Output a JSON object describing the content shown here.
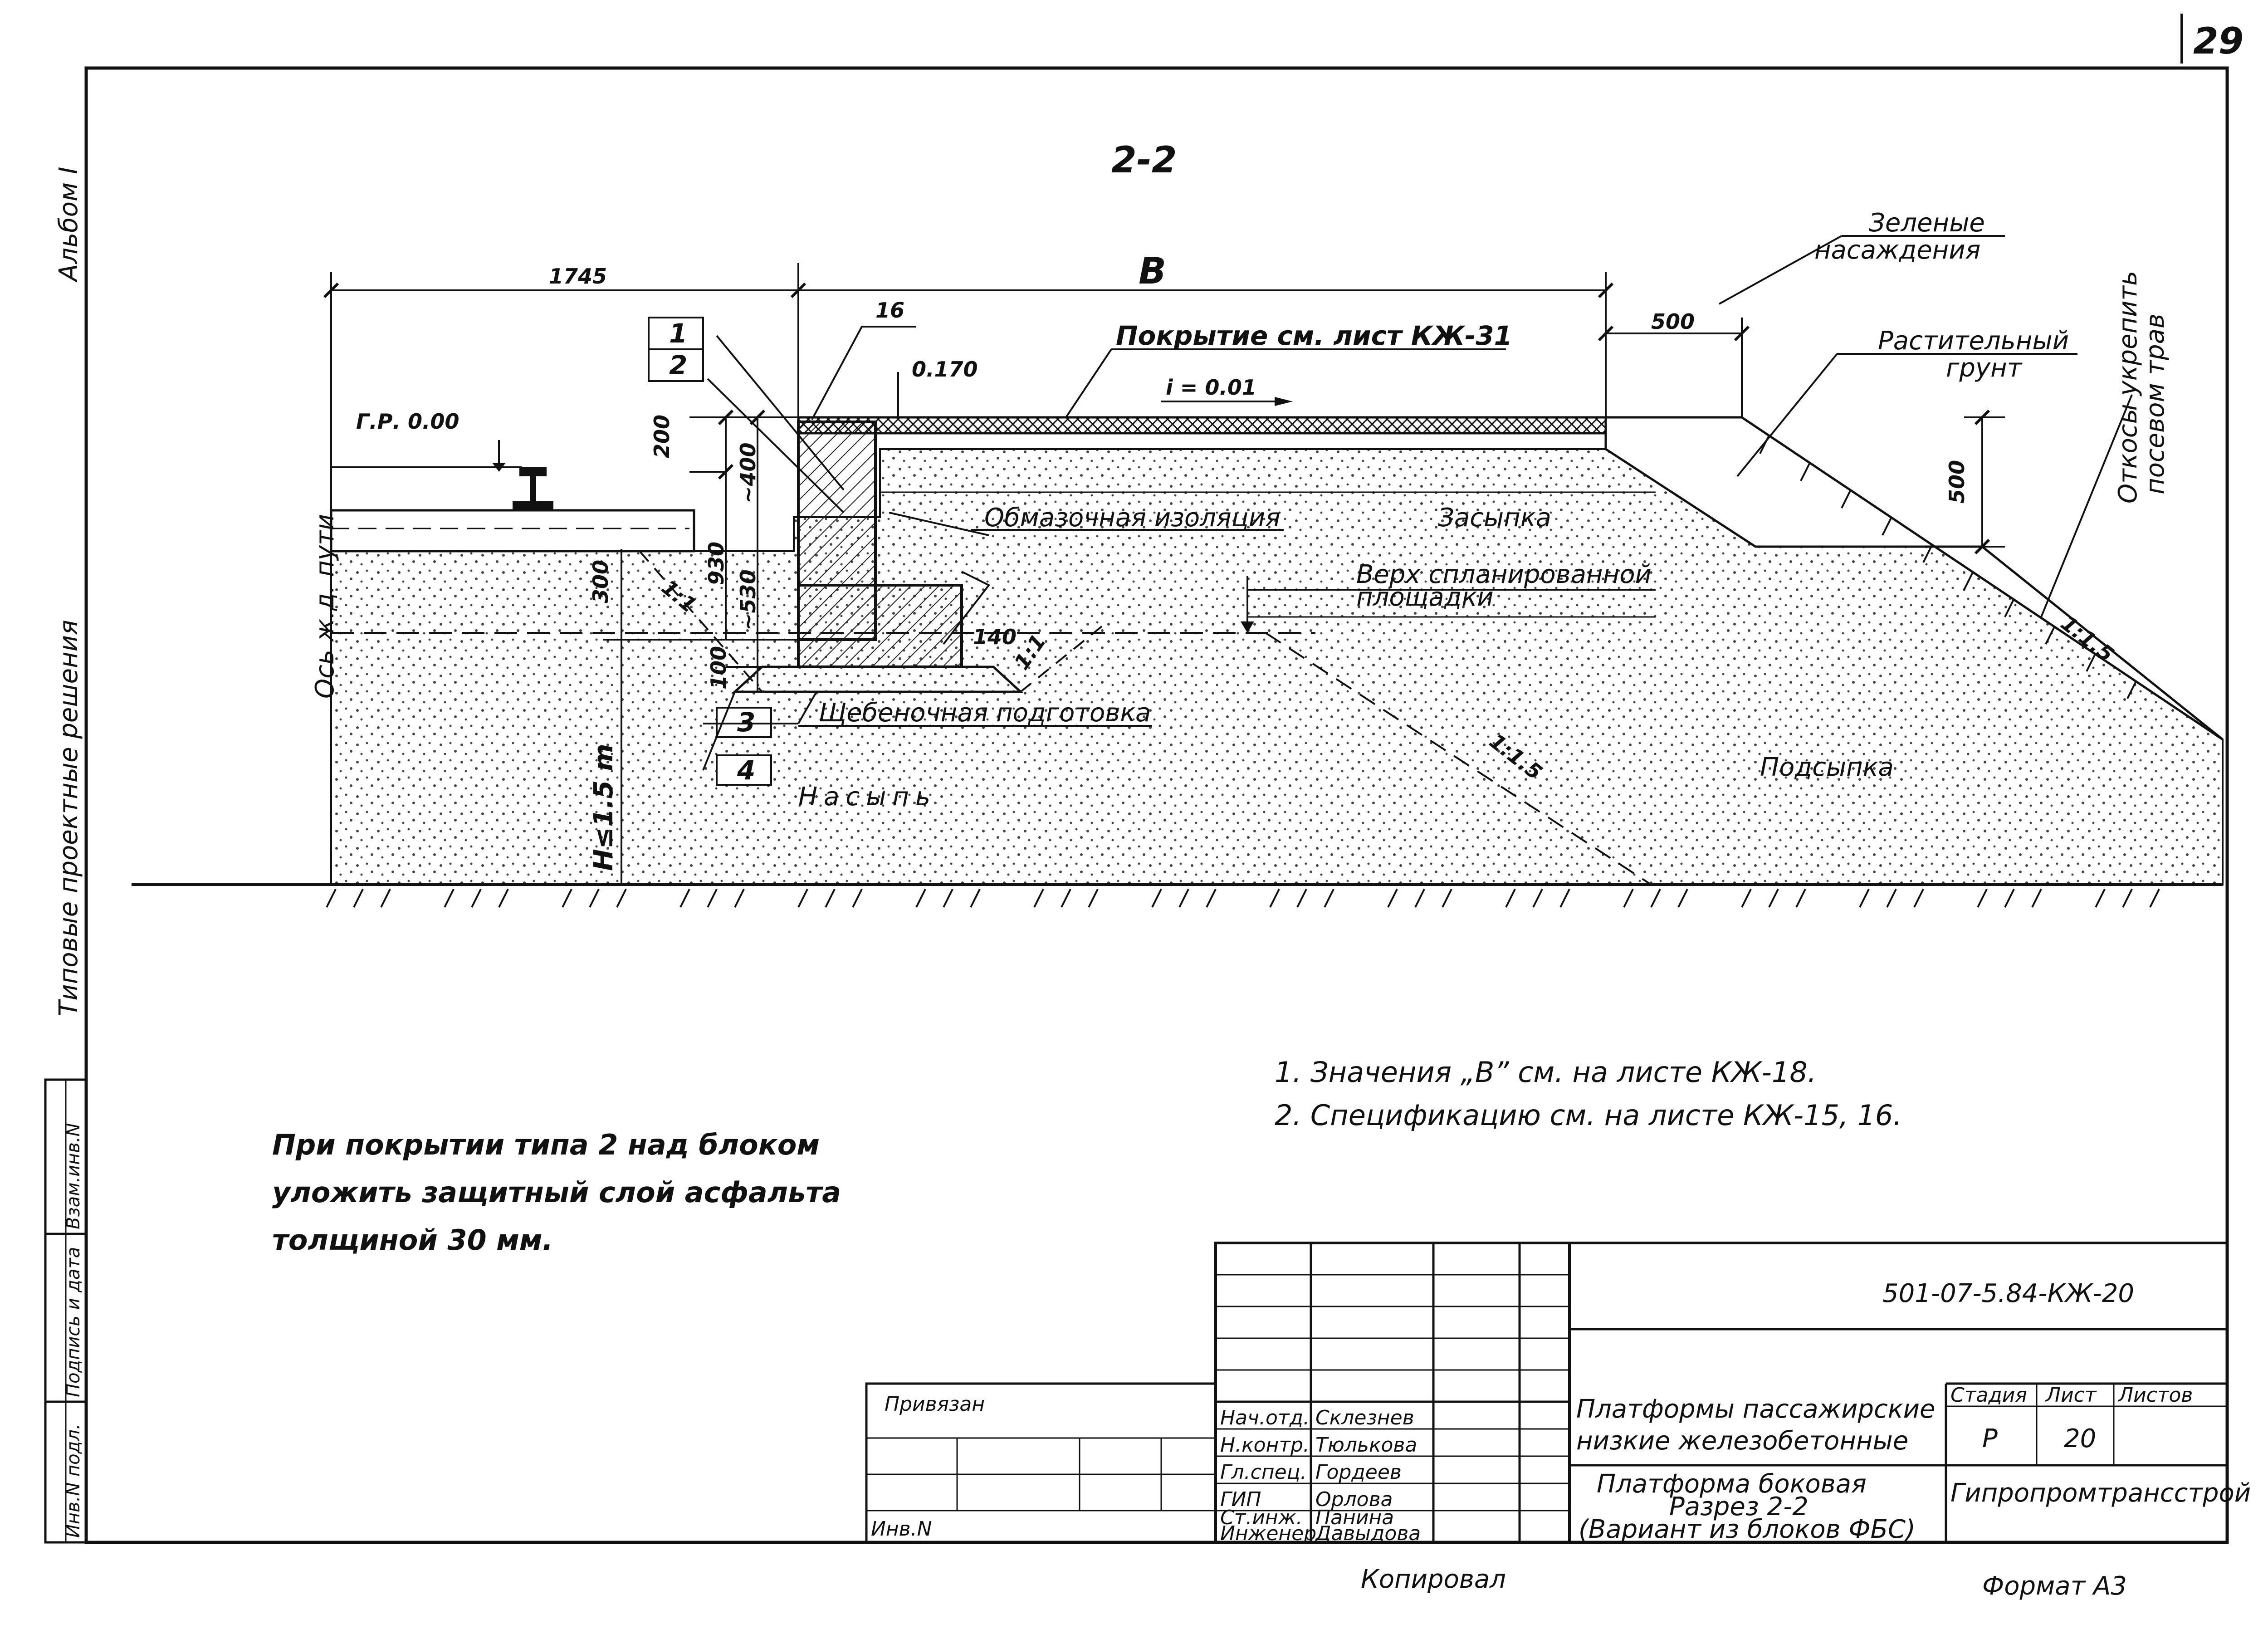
{
  "page_number": "29",
  "left_margin": {
    "album": "Альбом I",
    "series": "Типовые проектные решения",
    "stamp_cells": [
      "Взам.инв.N",
      "Подпись и дата",
      "Инв.N подл."
    ]
  },
  "section": {
    "title": "2-2",
    "dims": {
      "d1745": "1745",
      "dB": "B",
      "d500_top": "500",
      "d16": "16",
      "d170": "0.170",
      "d200": "200",
      "d400": "~400",
      "d930": "930",
      "d530": "~530",
      "d300": "300",
      "d100": "100",
      "d140": "140",
      "d500_side": "500",
      "slope_i": "i = 0.01",
      "gr": "Г.Р. 0.00",
      "h": "H≤1.5 m",
      "axis": "Ось ж.д. пути",
      "s11a": "1:1",
      "s11b": "1:1",
      "s15a": "1:1.5",
      "s15b": "1:1.5"
    },
    "callouts": {
      "c1": "1",
      "c2": "2",
      "c3": "3",
      "c4": "4"
    },
    "labels": {
      "cover": "Покрытие см. лист КЖ-31",
      "insulation": "Обмазочная изоляция",
      "backfill": "Засыпка",
      "top_area_1": "Верх спланированной",
      "top_area_2": "площадки",
      "gravel": "Щебеночная подготовка",
      "embankment": "Насыпь",
      "subfill": "Подсыпка",
      "green_1": "Зеленые",
      "green_2": "насаждения",
      "soil_1": "Растительный",
      "soil_2": "грунт",
      "slopes_1": "Откосы укрепить",
      "slopes_2": "посевом трав"
    }
  },
  "notes": [
    "1. Значения „B” см. на листе КЖ-18.",
    "2. Спецификацию см. на листе КЖ-15, 16."
  ],
  "cover_note": [
    "При покрытии типа 2 над блоком",
    "уложить защитный слой асфальта",
    "толщиной 30 мм."
  ],
  "title_block": {
    "doc_code": "501-07-5.84-КЖ-20",
    "tied": "Привязан",
    "inv": "Инв.N",
    "roles": [
      {
        "role": "Нач.отд.",
        "name": "Склезнев"
      },
      {
        "role": "Н.контр.",
        "name": "Тюлькова"
      },
      {
        "role": "Гл.спец.",
        "name": "Гордеев"
      },
      {
        "role": "ГИП",
        "name": "Орлова"
      },
      {
        "role": "Ст.инж.",
        "name": "Панина"
      },
      {
        "role": "Инженер",
        "name": "Давыдова"
      }
    ],
    "project_1": "Платформы пассажирские",
    "project_2": "низкие железобетонные",
    "sheet_title_1": "Платформа боковая",
    "sheet_title_2": "Разрез 2-2",
    "sheet_title_3": "(Вариант из блоков ФБС)",
    "stage_h": "Стадия",
    "sheet_h": "Лист",
    "sheets_h": "Листов",
    "stage": "Р",
    "sheet": "20",
    "sheets": "",
    "org": "Гипропромтрансстрой"
  },
  "footer": {
    "copied": "Копировал",
    "format": "Формат А3"
  }
}
